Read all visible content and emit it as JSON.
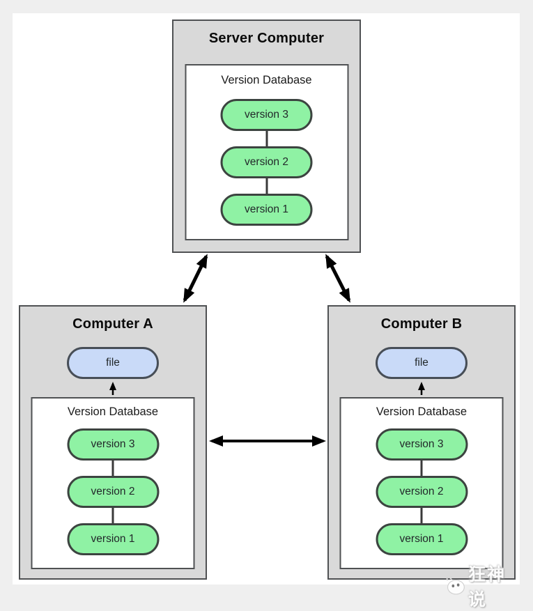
{
  "server": {
    "title": "Server Computer",
    "database": {
      "label": "Version Database",
      "versions": [
        "version 3",
        "version 2",
        "version 1"
      ]
    }
  },
  "computer_a": {
    "title": "Computer A",
    "file_label": "file",
    "database": {
      "label": "Version Database",
      "versions": [
        "version 3",
        "version 2",
        "version 1"
      ]
    }
  },
  "computer_b": {
    "title": "Computer B",
    "file_label": "file",
    "database": {
      "label": "Version Database",
      "versions": [
        "version 3",
        "version 2",
        "version 1"
      ]
    }
  },
  "watermark": {
    "text": "狂神说",
    "icon": "kuangshen-logo-icon"
  },
  "colors": {
    "page_margin": "#efefef",
    "canvas": "#ffffff",
    "machine_fill": "#d9d9d9",
    "box_border": "#4f5153",
    "version_pill_fill": "#8ff2a4",
    "version_pill_border": "#3c4440",
    "file_pill_fill": "#c9daf8",
    "arrow": "#000000"
  }
}
